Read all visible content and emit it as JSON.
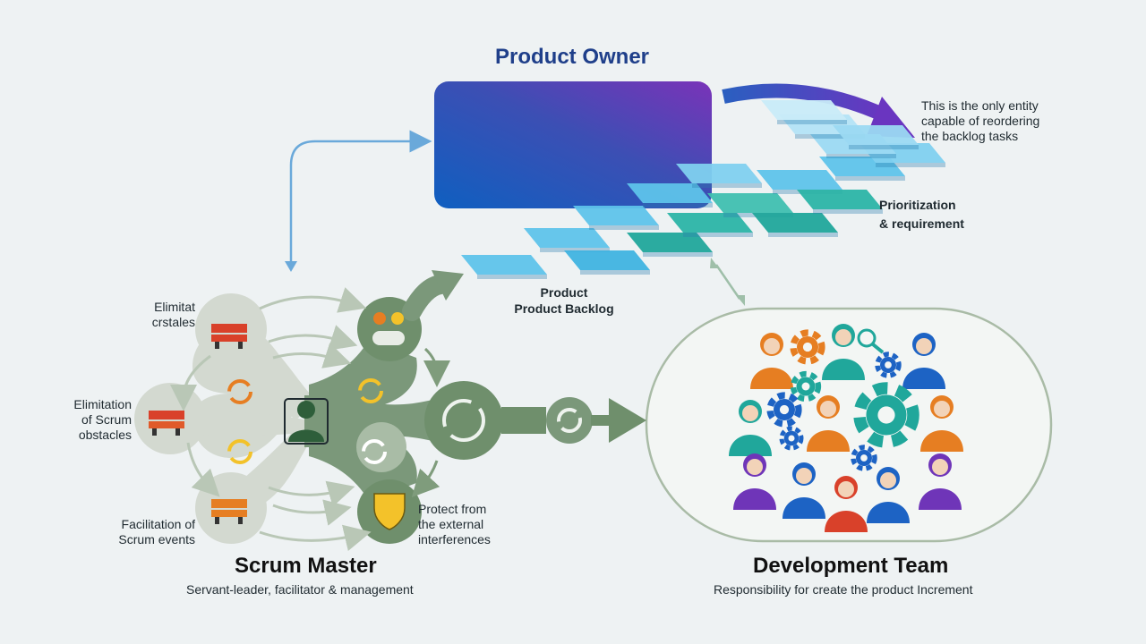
{
  "product_owner": {
    "title": "Product Owner",
    "note": "This is the only entity\ncapable of reordering\nthe backlog tasks",
    "prioritization": "Prioritization\n& requirement",
    "backlog_label": "Product\nProduct Backlog"
  },
  "scrum_master": {
    "title": "Scrum Master",
    "subtitle": "Servant-leader, facilitator & management",
    "label_top": "Elimitat\ncrstales",
    "label_middle": "Elimitation\nof Scrum\nobstacles",
    "label_bottom": "Facilitation of\nScrum events",
    "label_protect": "Protect from\nthe external\ninterferences"
  },
  "development_team": {
    "title": "Development Team",
    "subtitle": "Responsibility for create the product Increment"
  },
  "colors": {
    "navy": "#1f3f8a",
    "purple": "#6f35b8",
    "blue": "#1d63c4",
    "sky": "#5ec3ea",
    "teal": "#20a79b",
    "sage": "#6f8f6c",
    "gold": "#f3c22a",
    "orange": "#e67e22",
    "red": "#d9412a"
  },
  "icons": [
    "arrow-icon",
    "person-icon",
    "gear-icon",
    "cycle-icon",
    "shield-icon",
    "barrier-icon",
    "magnifier-icon",
    "team-icon"
  ]
}
